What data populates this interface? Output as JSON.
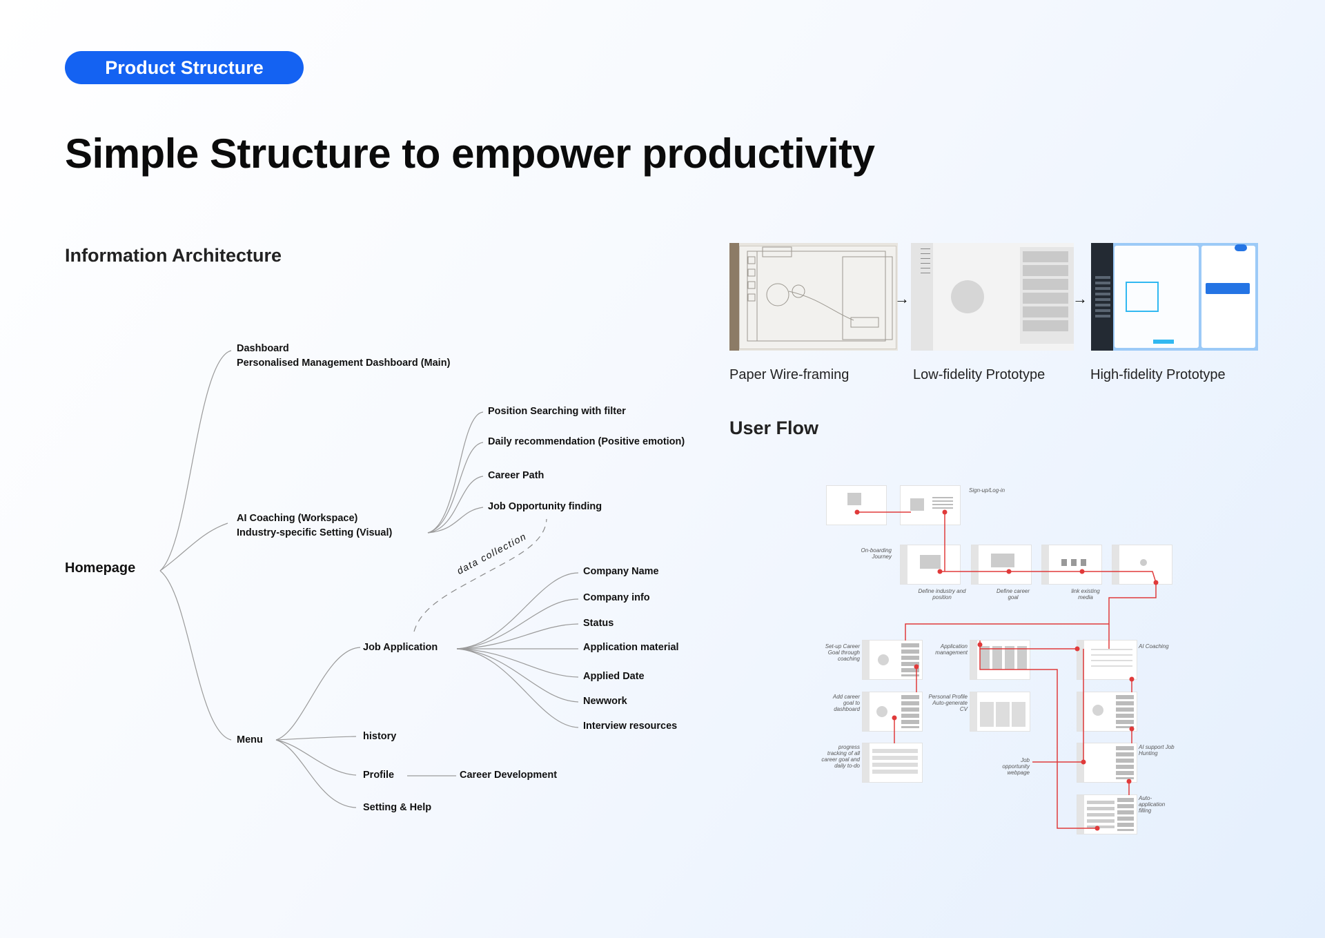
{
  "badge": "Product Structure",
  "title": "Simple Structure to empower productivity",
  "ia": {
    "heading": "Information Architecture",
    "homepage": "Homepage",
    "dashboard": "Dashboard",
    "dashboard_main": "Personalised Management Dashboard (Main)",
    "ai_coaching": "AI Coaching (Workspace)",
    "ai_setting": "Industry-specific Setting (Visual)",
    "ai_children": [
      "Position Searching with filter",
      "Daily recommendation (Positive emotion)",
      "Career Path",
      "Job Opportunity finding"
    ],
    "data_collection": "data collection",
    "menu": "Menu",
    "job_application": "Job Application",
    "job_children": [
      "Company Name",
      "Company info",
      "Status",
      "Application material",
      "Applied Date",
      "Newwork",
      "Interview resources"
    ],
    "history": "history",
    "profile": "Profile",
    "career_development": "Career Development",
    "setting_help": "Setting & Help"
  },
  "prototypes": {
    "captions": [
      "Paper Wire-framing",
      "Low-fidelity Prototype",
      "High-fidelity Prototype"
    ],
    "arrow": "→"
  },
  "user_flow": {
    "heading": "User Flow",
    "notes": {
      "signup": "Sign-up/Log-in",
      "onboarding": "On-boarding Journey",
      "define_industry": "Define industry and position",
      "define_goal": "Define career goal",
      "link_media": "link existing media",
      "setup_goal": "Set-up Career Goal through coaching",
      "app_mgmt": "Application management",
      "ai_coaching": "AI Coaching",
      "add_goal": "Add career goal to dashboard",
      "personal_profile": "Personal Profile Auto-generate CV",
      "progress": "progress tracking of all career goal and daily to-do",
      "job_webpage": "Job opportunity webpage",
      "ai_support": "AI support Job Hunting",
      "auto_fill": "Auto-application filling"
    }
  },
  "colors": {
    "accent": "#1462f2",
    "flow_line": "#e03a3a",
    "tree_line": "#9a9a9a"
  }
}
